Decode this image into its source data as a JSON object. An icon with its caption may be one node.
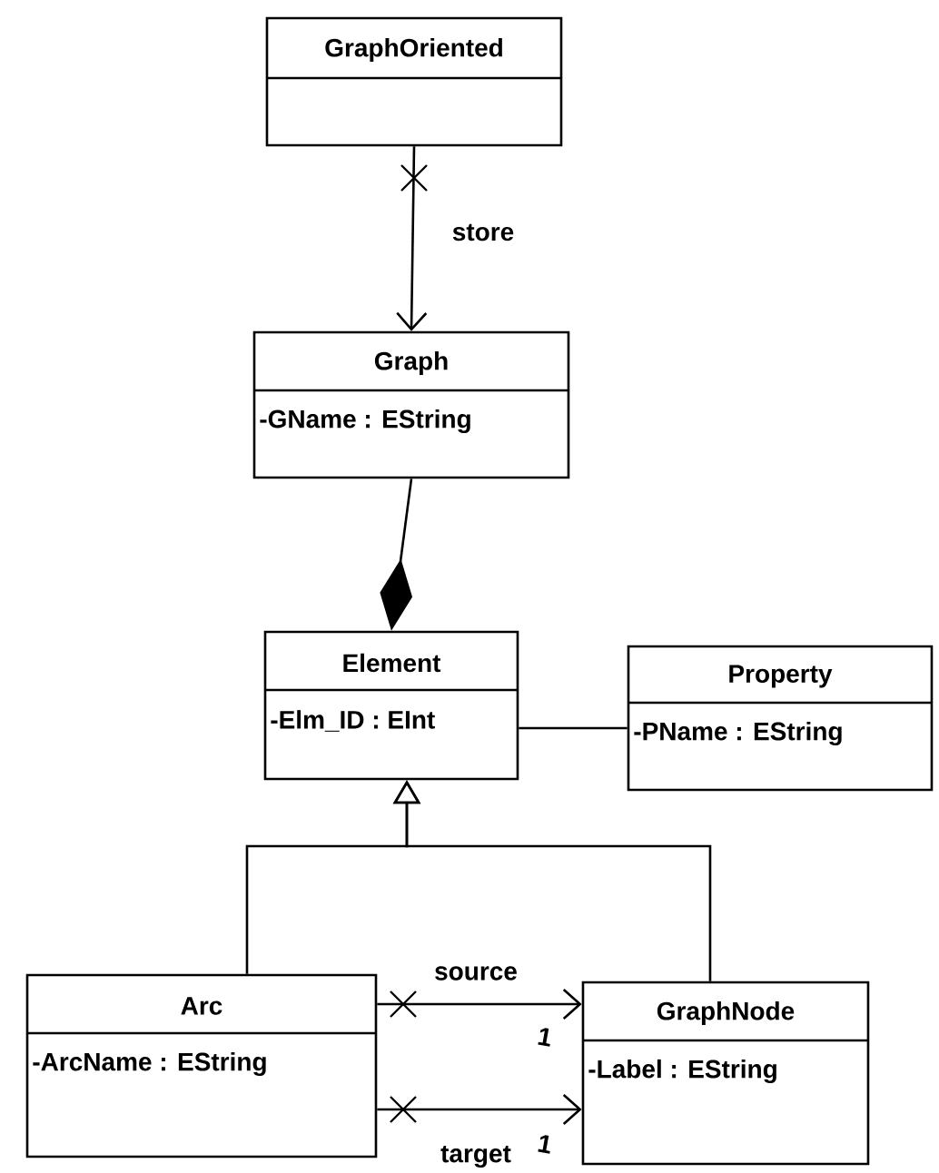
{
  "diagram": {
    "nodes": [
      {
        "text": [
          "GraphOriented"
        ]
      },
      {
        "text": [
          "Graph",
          "-GName : EString"
        ]
      },
      {
        "text": [
          "Element",
          "-Elm_ID : EInt"
        ]
      },
      {
        "text": [
          "Property",
          "-PName : EString"
        ]
      },
      {
        "text": [
          "Arc",
          "-ArcName : EString"
        ]
      },
      {
        "text": [
          "GraphNode",
          "-Label : EString"
        ]
      }
    ],
    "edges": [
      {
        "from": 0,
        "to": 1,
        "arrow": "to",
        "label": "store"
      },
      {
        "from": 2,
        "to": 1,
        "arrow": "other"
      },
      {
        "from": 2,
        "to": 3,
        "arrow": "none"
      },
      {
        "from": 4,
        "to": 2,
        "arrow": "to"
      },
      {
        "from": 5,
        "to": 2,
        "arrow": "to"
      },
      {
        "from": 4,
        "to": 5,
        "arrow": "to",
        "label": "source"
      },
      {
        "from": 4,
        "to": 5,
        "arrow": "to",
        "label": "target"
      }
    ],
    "labels": [
      "1",
      "1"
    ]
  }
}
